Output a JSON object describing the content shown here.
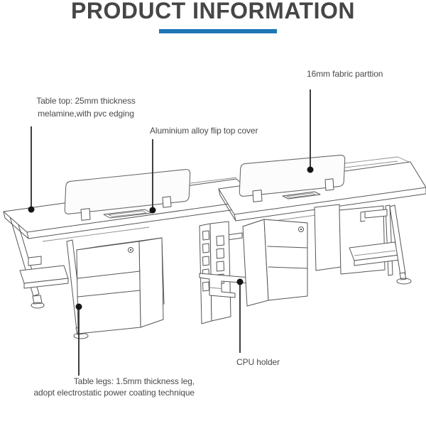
{
  "title": "PRODUCT INFORMATION",
  "accent_color": "#1d76b5",
  "annotations": {
    "table_top": {
      "line1": "Table top: 25mm thickness",
      "line2": "melamine,with pvc edging"
    },
    "flip_cover": {
      "text": "Aluminium alloy flip top cover"
    },
    "fabric_partition": {
      "text": "16mm fabric parttion"
    },
    "cpu_holder": {
      "text": "CPU holder"
    },
    "table_legs": {
      "line1": "Table legs: 1.5mm thickness leg,",
      "line2": "adopt electrostatic power coating technique"
    }
  }
}
